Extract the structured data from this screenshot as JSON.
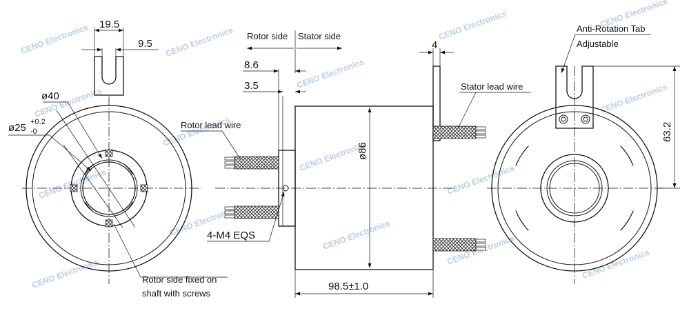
{
  "front_view": {
    "dims": {
      "width_a": "19.5",
      "width_b": "9.5",
      "dia_outer": "ø40",
      "dia_bore": "ø25",
      "tol_upper": "+0.2",
      "tol_lower": "-0"
    },
    "labels": {
      "rotor_fixed_line1": "Rotor side fixed on",
      "rotor_fixed_line2": "shaft with screws"
    }
  },
  "side_view": {
    "labels": {
      "rotor_side": "Rotor side",
      "stator_side": "Stator side",
      "rotor_lead_wire": "Rotor lead wire",
      "stator_lead_wire": "Stator lead wire",
      "screws": "4-M4 EQS"
    },
    "dims": {
      "d1": "8.6",
      "d2": "3.5",
      "tab_thickness": "4",
      "body_dia": "ø86",
      "length": "98.5±1.0"
    }
  },
  "rear_view": {
    "labels": {
      "tab_line1": "Anti-Rotation Tab",
      "tab_line2": "Adjustable"
    },
    "dims": {
      "height": "63.2"
    }
  },
  "watermark": "CENO Electronics"
}
